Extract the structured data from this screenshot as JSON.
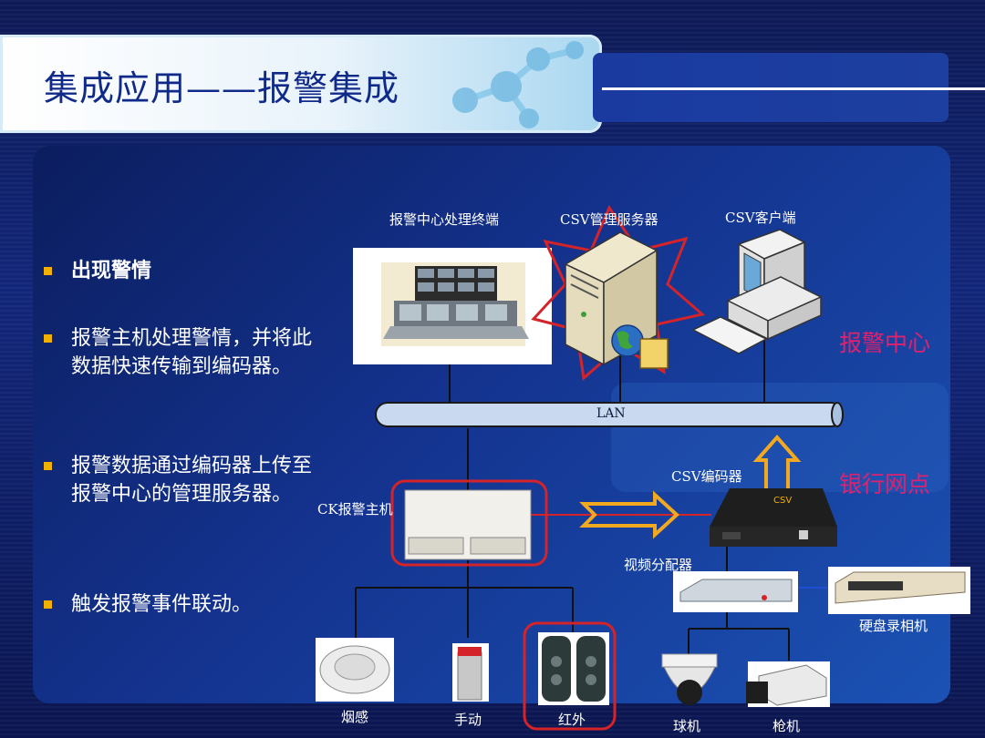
{
  "slide": {
    "title": "集成应用——报警集成"
  },
  "bullets": [
    {
      "text": "出现警情",
      "bold": true
    },
    {
      "text": "报警主机处理警情，并将此数据快速传输到编码器。"
    },
    {
      "text": "报警数据通过编码器上传至报警中心的管理服务器。"
    },
    {
      "text": "触发报警事件联动。"
    }
  ],
  "diagram": {
    "labels": {
      "terminal": "报警中心处理终端",
      "server": "CSV管理服务器",
      "client": "CSV客户端",
      "lan": "LAN",
      "encoder": "CSV编码器",
      "alarm_host": "CK报警主机",
      "splitter": "视频分配器",
      "dvr": "硬盘录相机",
      "smoke": "烟感",
      "manual": "手动",
      "infrared": "红外",
      "dome": "球机",
      "gun": "枪机"
    },
    "regions": {
      "alarm_center": "报警中心",
      "bank_branch": "银行网点"
    },
    "colors": {
      "highlight_red": "#d4242a",
      "arrow_orange": "#f2a91f",
      "region_pink": "#e0216e",
      "bullet_gold": "#f2b100",
      "title_blue": "#102a8a"
    }
  }
}
